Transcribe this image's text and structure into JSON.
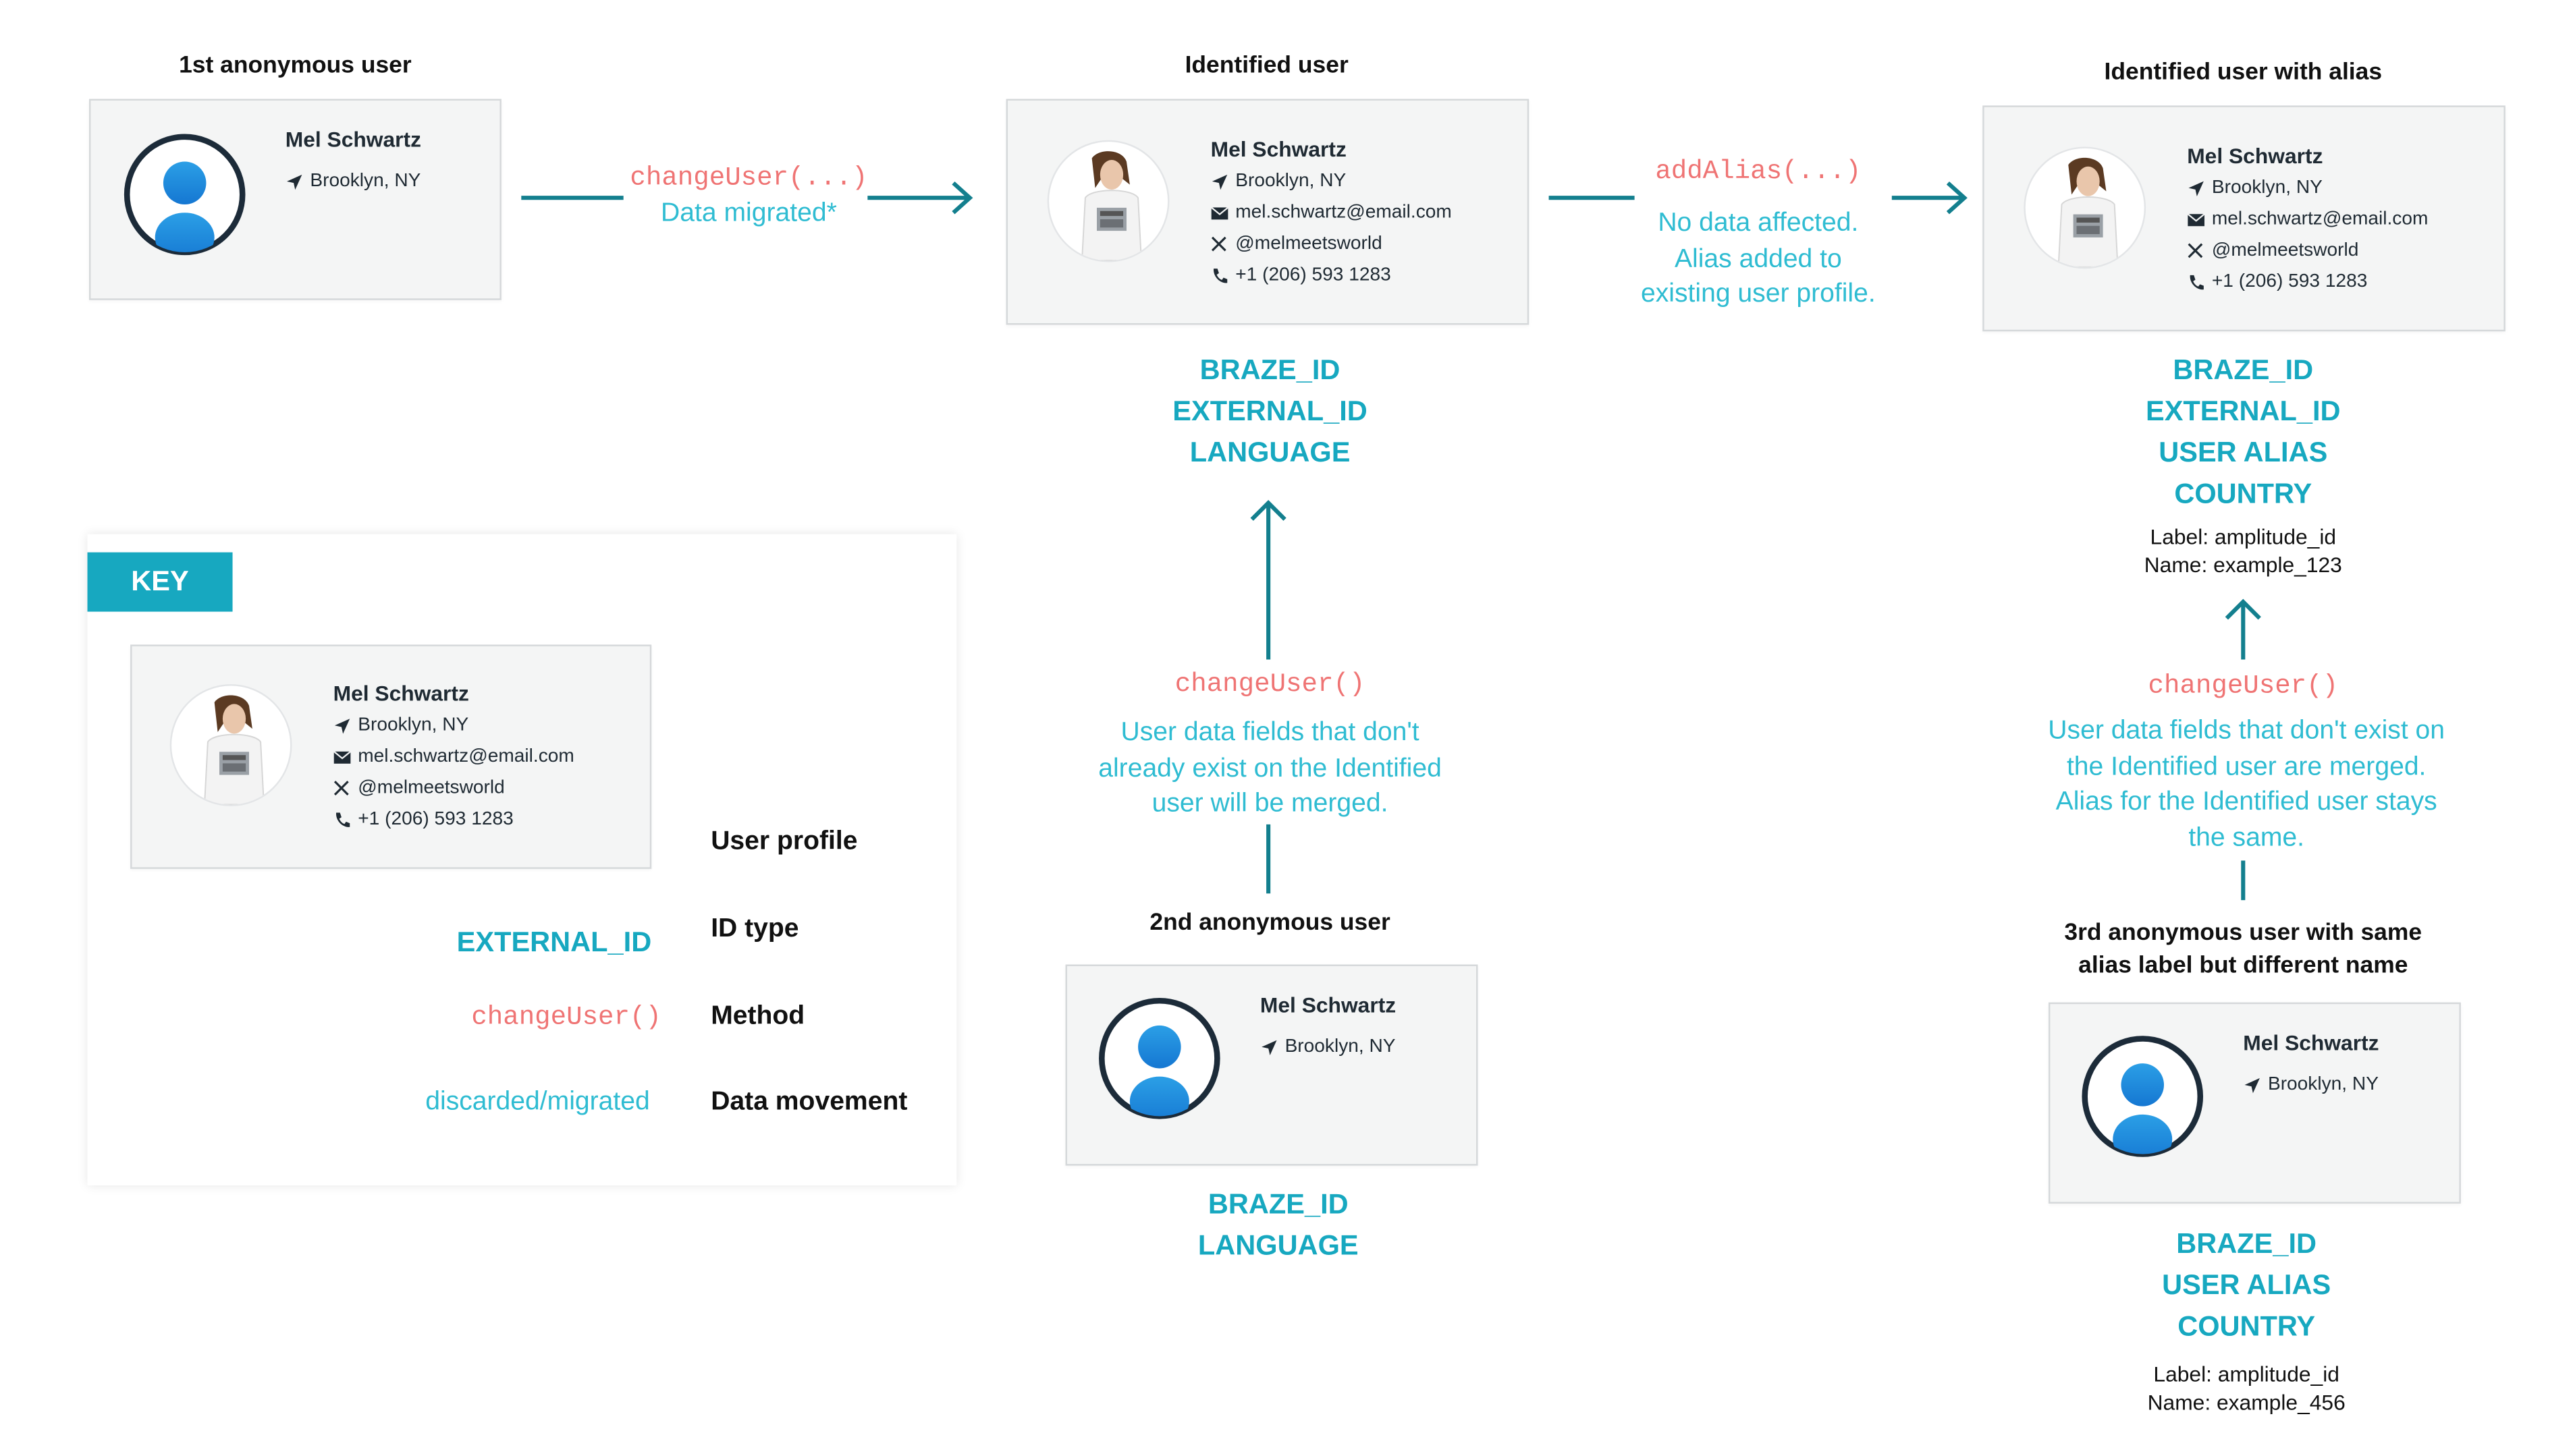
{
  "profile": {
    "name": "Mel Schwartz",
    "location": "Brooklyn, NY",
    "email": "mel.schwartz@email.com",
    "handle": "@melmeetsworld",
    "phone": "+1 (206) 593 1283"
  },
  "first_anon": {
    "title": "1st anonymous user"
  },
  "identified": {
    "title": "Identified user",
    "ids": [
      "BRAZE_ID",
      "EXTERNAL_ID",
      "LANGUAGE"
    ]
  },
  "identified_alias": {
    "title": "Identified user with alias",
    "ids": [
      "BRAZE_ID",
      "EXTERNAL_ID",
      "USER ALIAS",
      "COUNTRY"
    ],
    "alias_label": "Label: amplitude_id",
    "alias_name": "Name: example_123"
  },
  "second_anon": {
    "title": "2nd anonymous user",
    "ids": [
      "BRAZE_ID",
      "LANGUAGE"
    ]
  },
  "third_anon": {
    "title_line1": "3rd anonymous user with same",
    "title_line2": "alias label but different name",
    "ids": [
      "BRAZE_ID",
      "USER ALIAS",
      "COUNTRY"
    ],
    "alias_label": "Label: amplitude_id",
    "alias_name": "Name: example_456"
  },
  "arrows": {
    "change1": {
      "method": "changeUser(...)",
      "note": "Data migrated*"
    },
    "add_alias": {
      "method": "addAlias(...)",
      "note_lines": [
        "No data affected.",
        "Alias added to",
        "existing user profile."
      ]
    },
    "change2": {
      "method": "changeUser()",
      "note_lines": [
        "User data fields that don't",
        "already exist on the Identified",
        "user will be merged."
      ]
    },
    "change3": {
      "method": "changeUser()",
      "note_lines": [
        "User data fields that don't exist on",
        "the Identified user are merged.",
        "Alias for the Identified user stays",
        "the same."
      ]
    }
  },
  "key": {
    "header": "KEY",
    "user_profile_label": "User profile",
    "id_type_example": "EXTERNAL_ID",
    "id_type_label": "ID type",
    "method_example": "changeUser()",
    "method_label": "Method",
    "movement_example": "discarded/migrated",
    "movement_label": "Data movement"
  },
  "icons": [
    "avatar-icon",
    "location-arrow-icon",
    "mail-icon",
    "x-icon",
    "phone-icon",
    "arrow-right-icon",
    "arrow-up-icon"
  ],
  "colors": {
    "teal_arrow": "#137f8e",
    "id_text": "#17a8c0",
    "note_text": "#2fbcd2",
    "method_text": "#ef7474",
    "key_header": "#17a8c0",
    "card_bg": "#f4f5f5"
  }
}
